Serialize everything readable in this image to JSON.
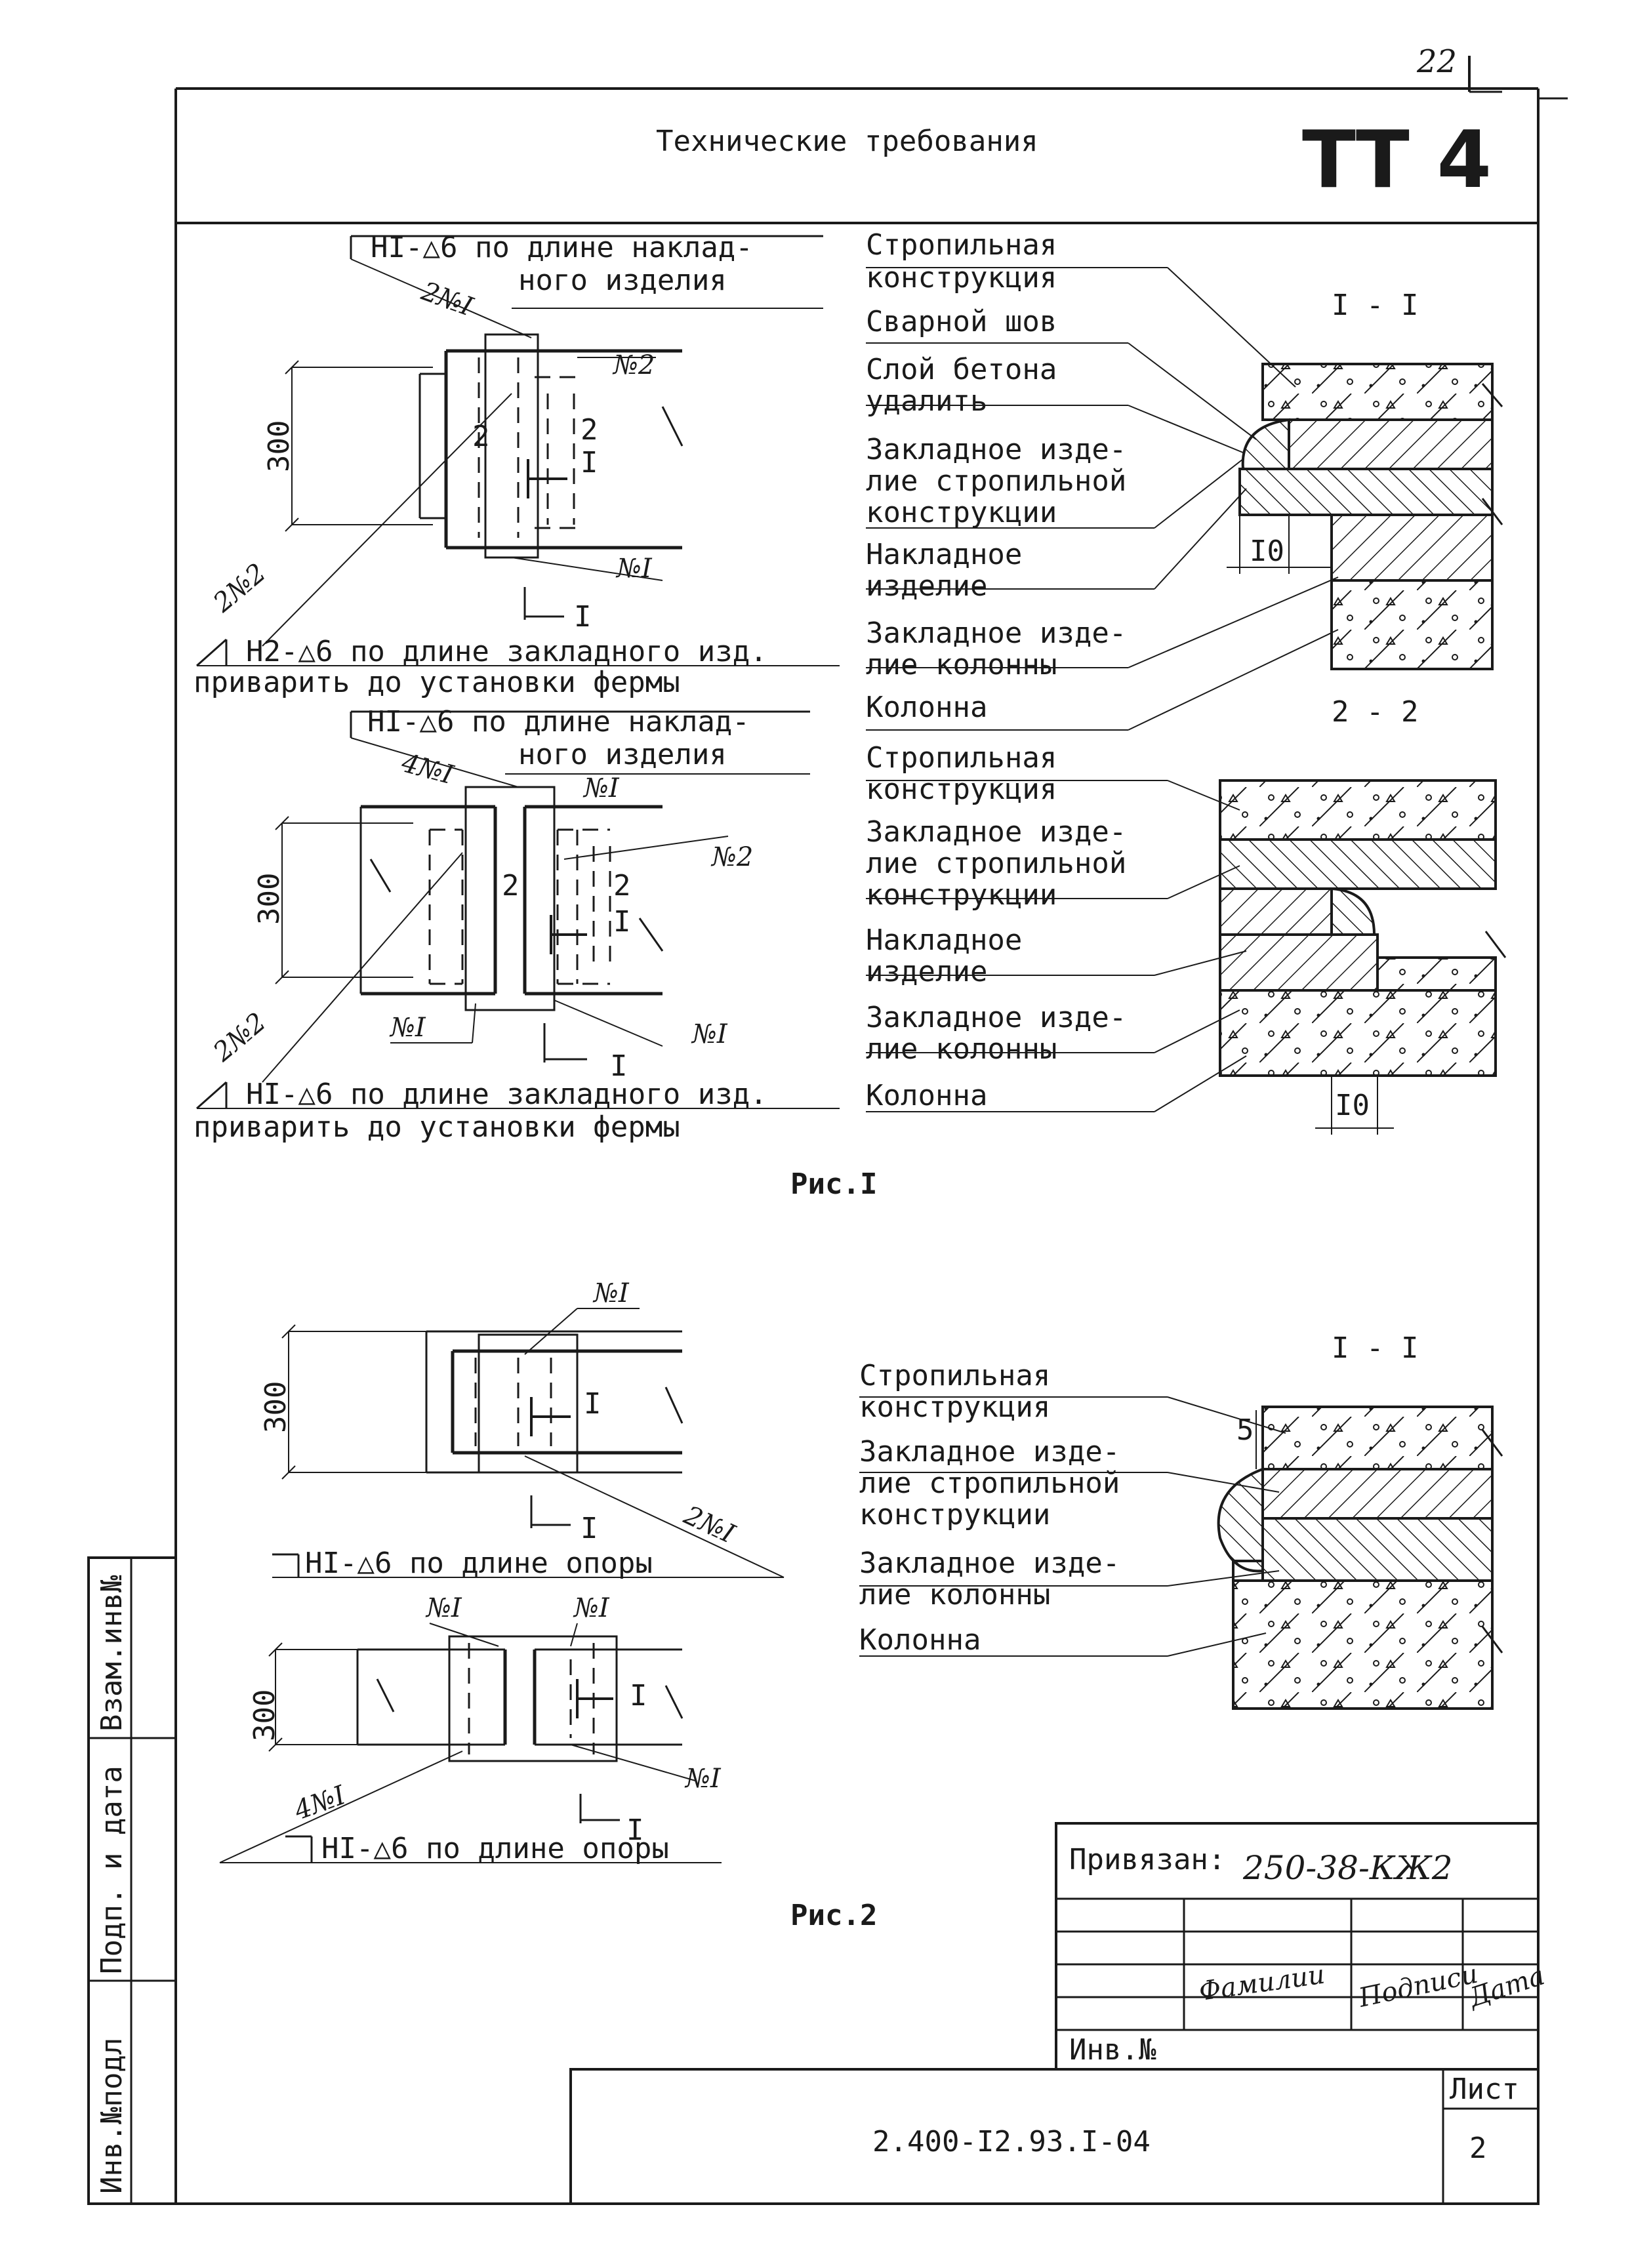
{
  "sheet": {
    "page_corner_number": "22",
    "header_title": "Технические требования",
    "code_badge": "ТТ 4",
    "document_code": "2.400-I2.93.I-04",
    "sheet_label": "Лист",
    "sheet_number": "2"
  },
  "stamp": {
    "bound_label": "Привязан:",
    "bound_value": "250-38-КЖ2",
    "col_surname": "Фамилии",
    "col_signature": "Подписи",
    "col_date": "Дата",
    "inv_label": "Инв.№"
  },
  "side_strip": {
    "cells": [
      "Взам.инв№",
      "Подп. и дата",
      "Инв.№подл"
    ]
  },
  "fig1": {
    "top_plan": {
      "weld_note_top_1": "HI-△6 по длине наклад-",
      "weld_note_top_2": "ного изделия",
      "mark_top": "2№I",
      "dim_300": "300",
      "mark_n2": "№2",
      "mark_2a": "2",
      "mark_2b": "2",
      "mark_i": "I",
      "mark_n1": "№I",
      "section_mark": "I",
      "mark_2n2": "2№2",
      "weld_note_bottom_1": "H2-△6 по длине закладного изд.",
      "weld_note_bottom_2": "приварить до установки фермы"
    },
    "bottom_plan": {
      "weld_note_top_1": "HI-△6 по длине наклад-",
      "weld_note_top_2": "ного изделия",
      "mark_top": "4№I",
      "mark_n1_top": "№I",
      "dim_300": "300",
      "mark_n2": "№2",
      "mark_2a": "2",
      "mark_2b": "2",
      "mark_i": "I",
      "mark_n1_left": "№I",
      "mark_n1_right": "№I",
      "section_mark": "I",
      "mark_2n2": "2№2",
      "weld_note_bottom_1": "HI-△6 по длине закладного изд.",
      "weld_note_bottom_2": "приварить до установки фермы"
    },
    "section_1": {
      "title": "I - I",
      "labels": [
        [
          "Стропильная",
          "конструкция"
        ],
        [
          "Сварной шов"
        ],
        [
          "Слой бетона",
          "удалить"
        ],
        [
          "Закладное изде-",
          "лие стропильной",
          "конструкции"
        ],
        [
          "Накладное",
          "изделие"
        ],
        [
          "Закладное изде-",
          "лие колонны"
        ],
        [
          "Колонна"
        ]
      ],
      "dim_10": "I0"
    },
    "section_2": {
      "title": "2 - 2",
      "labels": [
        [
          "Стропильная",
          "конструкция"
        ],
        [
          "Закладное изде-",
          "лие стропильной",
          "конструкции"
        ],
        [
          "Накладное",
          "изделие"
        ],
        [
          "Закладное изде-",
          "лие колонны"
        ],
        [
          "Колонна"
        ]
      ],
      "dim_10": "I0"
    },
    "caption": "Рис.I"
  },
  "fig2": {
    "top_plan": {
      "mark_n1": "№I",
      "dim_300": "300",
      "mark_i": "I",
      "section_mark": "I",
      "mark_2n1": "2№I",
      "weld_note": "HI-△6 по длине опоры"
    },
    "bottom_plan": {
      "mark_n1_left": "№I",
      "mark_n1_right": "№I",
      "dim_300": "300",
      "mark_i": "I",
      "mark_n1_bottom": "№I",
      "section_mark": "I",
      "mark_4n1": "4№I",
      "weld_note": "HI-△6 по длине опоры"
    },
    "section_1": {
      "title": "I - I",
      "dim_5": "5",
      "labels": [
        [
          "Стропильная",
          "конструкция"
        ],
        [
          "Закладное изде-",
          "лие стропильной",
          "конструкции"
        ],
        [
          "Закладное изде-",
          "лие колонны"
        ],
        [
          "Колонна"
        ]
      ]
    },
    "caption": "Рис.2"
  }
}
